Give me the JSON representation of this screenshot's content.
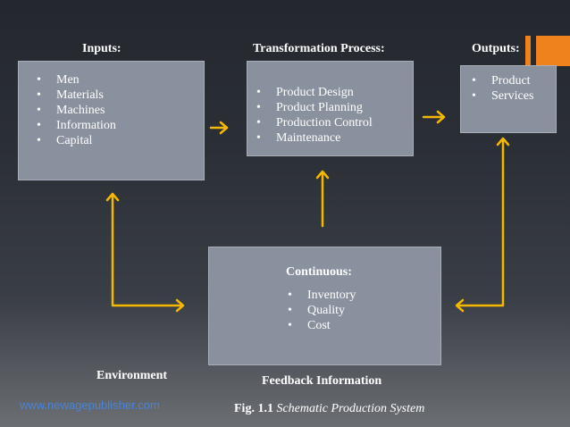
{
  "headings": {
    "inputs": "Inputs:",
    "transformation": "Transformation Process:",
    "outputs": "Outputs:",
    "continuous": "Continuous:"
  },
  "inputs_items": [
    "Men",
    "Materials",
    "Machines",
    "Information",
    "Capital"
  ],
  "transformation_items": [
    "Product Design",
    "Product Planning",
    "Production Control",
    "Maintenance"
  ],
  "outputs_items": [
    "Product",
    "Services"
  ],
  "continuous_items": [
    "Inventory",
    "Quality",
    "Cost"
  ],
  "labels": {
    "environment": "Environment",
    "feedback": "Feedback Information"
  },
  "footer": {
    "url": "www.newagepublisher.com",
    "fig_label": "Fig. 1.1",
    "fig_text": "Schematic Production System"
  },
  "bullet": "•",
  "colors": {
    "accent": "#f0821e",
    "arrow": "#f5b800",
    "box": "#8a919e",
    "link": "#4a84d9"
  }
}
